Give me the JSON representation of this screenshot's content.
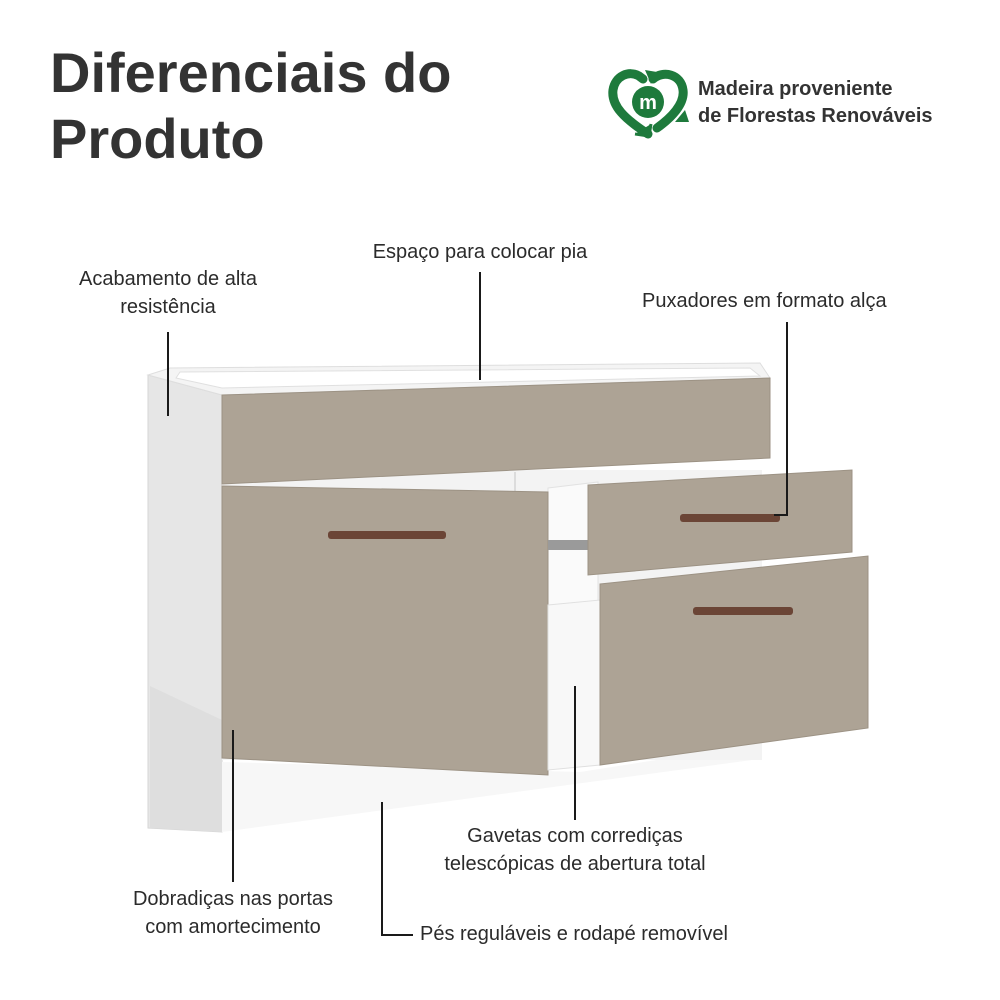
{
  "header": {
    "title_line1": "Diferenciais do",
    "title_line2": "Produto"
  },
  "seal": {
    "icon": "recycle-leaf-m-icon",
    "letter": "m",
    "text_line1": "Madeira proveniente",
    "text_line2": "de Florestas Renováveis",
    "color": "#1e7a3c"
  },
  "callouts": {
    "finish_line1": "Acabamento de alta",
    "finish_line2": "resistência",
    "sink_space": "Espaço para colocar pia",
    "handles": "Puxadores em formato alça",
    "slides_line1": "Gavetas com corrediças",
    "slides_line2": "telescópicas de abertura total",
    "hinges_line1": "Dobradiças nas portas",
    "hinges_line2": "com amortecimento",
    "feet": "Pés reguláveis e rodapé removível"
  },
  "colors": {
    "front": "#ada395",
    "body": "#eeeeee",
    "handle": "#6b4536"
  }
}
